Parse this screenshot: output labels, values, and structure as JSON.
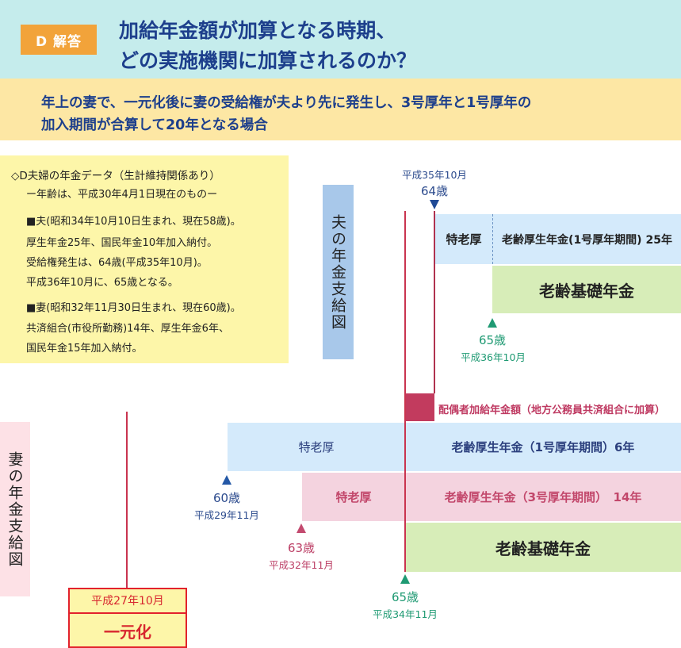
{
  "header": {
    "badge": "D 解答",
    "title_line1": "加給年金額が加算となる時期、",
    "title_line2": "どの実施機関に加算されるのか？"
  },
  "subtitle": {
    "line1": "年上の妻で、一元化後に妻の受給権が夫より先に発生し、3号厚年と1号厚年の",
    "line2": "加入期間が合算して20年となる場合"
  },
  "info": {
    "heading": "◇D夫婦の年金データ（生計維持関係あり）",
    "note": "ー年齢は、平成30年4月1日現在のものー",
    "husband": [
      "■夫(昭和34年10月10日生まれ、現在58歳)。",
      "厚生年金25年、国民年金10年加入納付。",
      "受給権発生は、64歳(平成35年10月)。",
      "平成36年10月に、65歳となる。"
    ],
    "wife": [
      "■妻(昭和32年11月30日生まれ、現在60歳)。",
      "共済組合(市役所勤務)14年、厚生年金6年、",
      "国民年金15年加入納付。"
    ]
  },
  "husband_chart": {
    "label": "夫の年金支給図",
    "marker_top_date": "平成35年10月",
    "marker_top_age": "64歳",
    "bar_tokuro": "特老厚",
    "bar_kosei": "老齢厚生年金(1号厚年期間) 25年",
    "bar_kiso": "老齢基礎年金",
    "marker65_age": "65歳",
    "marker65_date": "平成36年10月"
  },
  "spouse_addition": {
    "label": "配偶者加給年金額（地方公務員共済組合に加算）"
  },
  "wife_chart": {
    "label": "妻の年金支給図",
    "bar1_tokuro": "特老厚",
    "bar1_kosei": "老齢厚生年金（1号厚年期間）6年",
    "bar2_tokuro": "特老厚",
    "bar2_kosei": "老齢厚生年金（3号厚年期間）　14年",
    "bar_kiso": "老齢基礎年金",
    "marker60_age": "60歳",
    "marker60_date": "平成29年11月",
    "marker63_age": "63歳",
    "marker63_date": "平成32年11月",
    "marker65_age": "65歳",
    "marker65_date": "平成34年11月"
  },
  "ichigenka": {
    "date": "平成27年10月",
    "label": "一元化"
  }
}
